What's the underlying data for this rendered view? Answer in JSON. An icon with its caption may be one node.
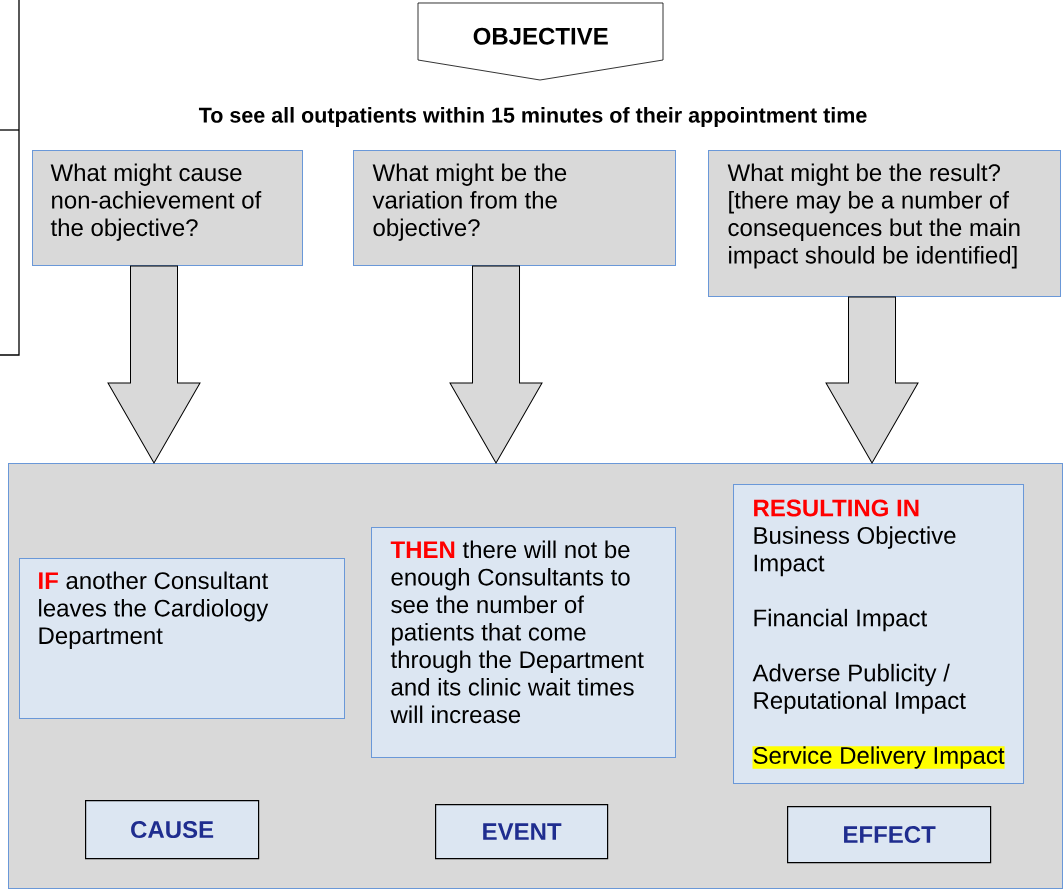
{
  "diagram": {
    "nodes": [
      {
        "text": [
          "OBJECTIVE"
        ]
      },
      {
        "text": [
          "What might cause non-achievement of the objective?"
        ]
      },
      {
        "text": [
          "What might be the variation from the objective?"
        ]
      },
      {
        "text": [
          "What might be the result? [there may be a number of consequences but the main impact should be identified]"
        ]
      },
      {
        "text": [],
        "shape": "box"
      },
      {
        "text": [
          "IF",
          "another Consultant leaves the Cardiology Department"
        ],
        "in": 4
      },
      {
        "text": [
          "THEN",
          "there will not be enough Consultants to see the number of patients that come through the Department and its clinic wait times will increase"
        ],
        "in": 4
      },
      {
        "text": [
          "RESULTING IN",
          "Business Objective Impact",
          "Financial Impact",
          "Adverse Publicity / Reputational Impact",
          "Service Delivery Impact"
        ],
        "in": 4
      },
      {
        "text": [
          "CAUSE"
        ],
        "in": 4
      },
      {
        "text": [
          "EVENT"
        ],
        "in": 4
      },
      {
        "text": [
          "EFFECT"
        ],
        "in": 4
      }
    ],
    "edges": [
      {
        "from": 1,
        "to": 4,
        "arrow": "to"
      },
      {
        "from": 2,
        "to": 4,
        "arrow": "to"
      },
      {
        "from": 3,
        "to": 4,
        "arrow": "to"
      }
    ],
    "labels": [
      "To see all outpatients within 15 minutes of their appointment time"
    ]
  }
}
